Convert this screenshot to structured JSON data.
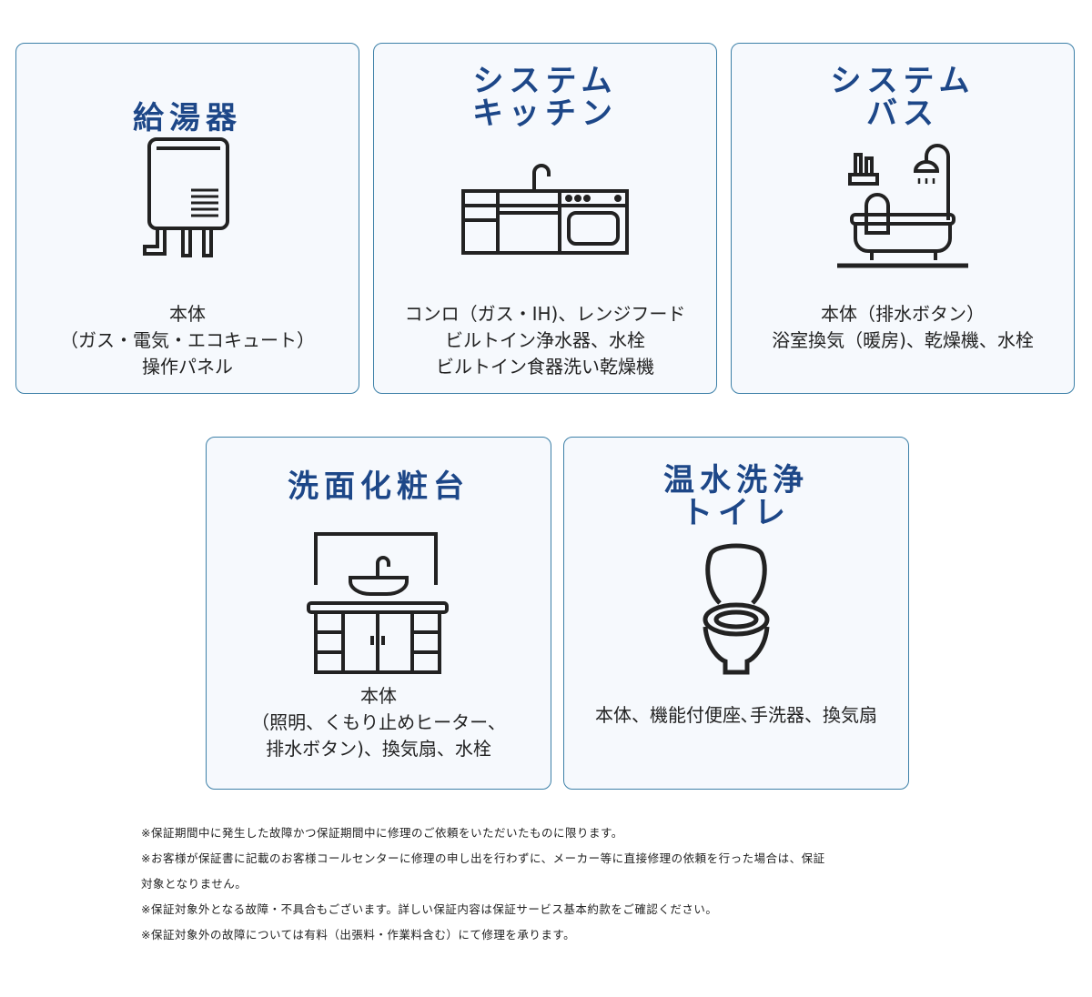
{
  "cards": [
    {
      "title": "給湯器",
      "desc": "本体\n（ガス・電気・エコキュート）\n操作パネル",
      "icon": "water-heater-icon"
    },
    {
      "title": "システム\nキッチン",
      "desc": "コンロ（ガス・IH)、レンジフード\nビルトイン浄水器、水栓\nビルトイン食器洗い乾燥機",
      "icon": "kitchen-icon"
    },
    {
      "title": "システム\nバス",
      "desc": "本体（排水ボタン）\n浴室換気（暖房)、乾燥機、水栓",
      "icon": "bathtub-icon"
    },
    {
      "title": "洗面化粧台",
      "desc": "本体\n（照明、くもり止めヒーター、\n排水ボタン)、換気扇、水栓",
      "icon": "vanity-icon"
    },
    {
      "title": "温水洗浄\nトイレ",
      "desc": "本体、機能付便座､手洗器、換気扇",
      "icon": "toilet-icon"
    }
  ],
  "notes": [
    "※保証期間中に発生した故障かつ保証期間中に修理のご依頼をいただいたものに限ります。",
    "※お客様が保証書に記載のお客様コールセンターに修理の申し出を行わずに、メーカー等に直接修理の依頼を行った場合は、保証",
    "対象となりません。",
    "※保証対象外となる故障・不具合もございます。詳しい保証内容は保証サービス基本約款をご確認ください。",
    "※保証対象外の故障については有料（出張料・作業料含む）にて修理を承ります。"
  ],
  "colors": {
    "border": "#3d80a8",
    "title": "#1d4788",
    "background": "#f6f9fd"
  }
}
